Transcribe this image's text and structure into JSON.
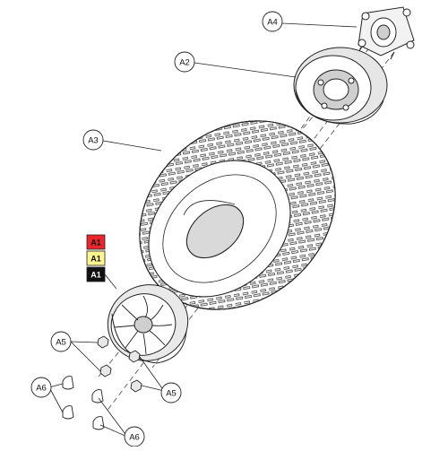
{
  "callouts": [
    {
      "id": "a4",
      "label": "A4"
    },
    {
      "id": "a2",
      "label": "A2"
    },
    {
      "id": "a3",
      "label": "A3"
    },
    {
      "id": "a5-upper",
      "label": "A5"
    },
    {
      "id": "a5-lower",
      "label": "A5"
    },
    {
      "id": "a6-left",
      "label": "A6"
    },
    {
      "id": "a6-bottom",
      "label": "A6"
    }
  ],
  "color_key": [
    {
      "label": "A1",
      "fill": "#e8262b",
      "text": "#111111"
    },
    {
      "label": "A1",
      "fill": "#fcf48e",
      "text": "#111111"
    },
    {
      "label": "A1",
      "fill": "#111111",
      "text": "#ffffff"
    }
  ],
  "colors": {
    "line": "#222222",
    "hub_shade": "#cfcfcf",
    "tire_bore": "#d9d9d9",
    "background": "#ffffff"
  }
}
